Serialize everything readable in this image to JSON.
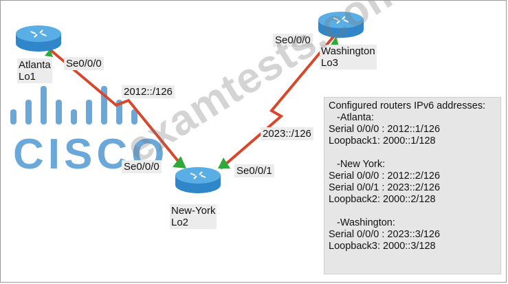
{
  "routers": {
    "atlanta": {
      "name": "Atlanta",
      "loopback": "Lo1",
      "interface": "Se0/0/0"
    },
    "newyork": {
      "name": "New-York",
      "loopback": "Lo2",
      "interface_left": "Se0/0/0",
      "interface_right": "Se0/0/1"
    },
    "washington": {
      "name": "Washington",
      "loopback": "Lo3",
      "interface": "Se0/0/0"
    }
  },
  "links": {
    "atlanta_newyork": "2012::/126",
    "washington_newyork": "2023::/126"
  },
  "info": {
    "title": "Configured routers IPv6 addresses:",
    "atlanta": {
      "header": "-Atlanta:",
      "lines": [
        "Serial 0/0/0 : 2012::1/126",
        "Loopback1: 2000::1/128"
      ]
    },
    "newyork": {
      "header": "-New York:",
      "lines": [
        "Serial 0/0/0 : 2012::2/126",
        "Serial 0/0/1 : 2023::2/126",
        "Loopback2: 2000::2/128"
      ]
    },
    "washington": {
      "header": "-Washington:",
      "lines": [
        "Serial 0/0/0 : 2023::3/126",
        "Loopback3: 2000::3/128"
      ]
    }
  },
  "logo": {
    "brand": "CISCO",
    "icon": "cisco-bars-logo"
  },
  "watermark": "examtests.com",
  "colors": {
    "link": "#d9472b",
    "router_body": "#2f86c9",
    "router_top": "#5aaee6",
    "status_up": "#2eaa3a",
    "label_bg": "#ececec",
    "logo": "#5b9fd6"
  }
}
